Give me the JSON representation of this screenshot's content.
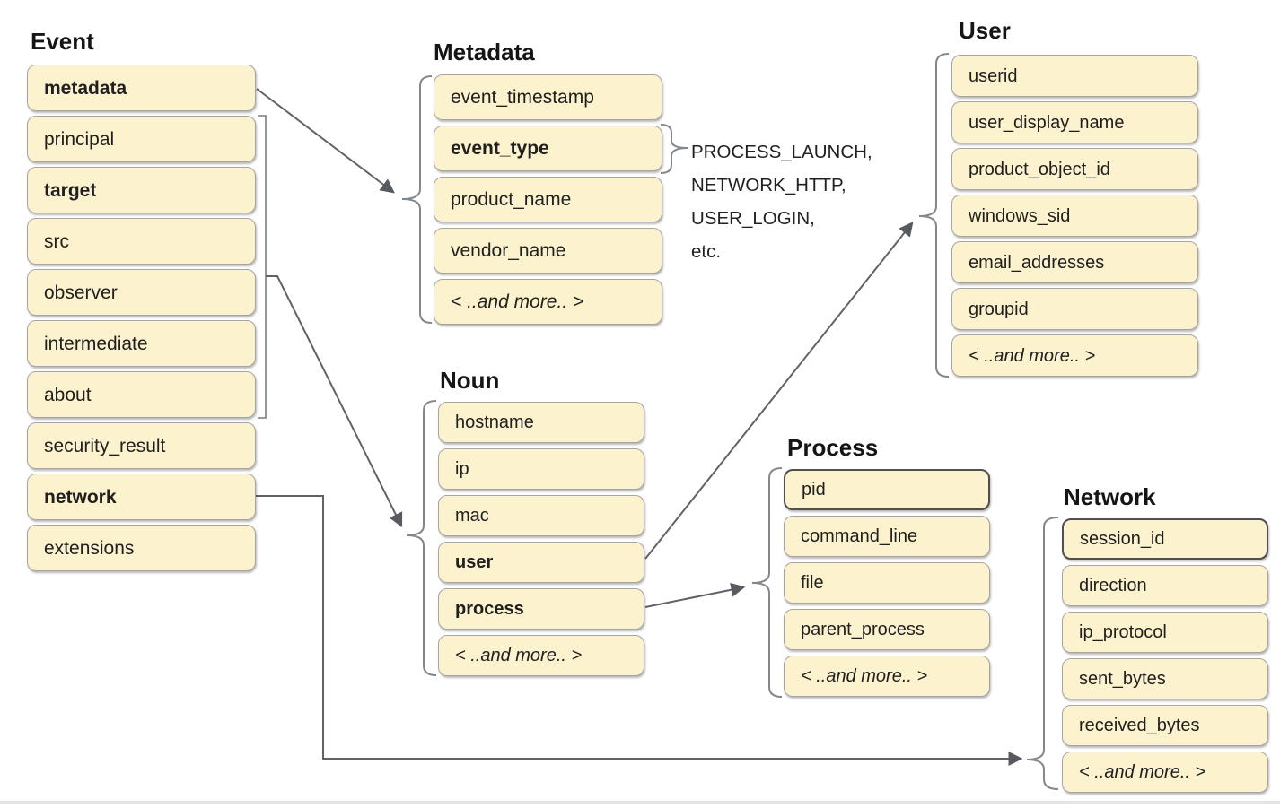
{
  "sections": {
    "event": {
      "title": "Event",
      "fields": [
        {
          "label": "metadata",
          "bold": true
        },
        {
          "label": "principal",
          "bold": false
        },
        {
          "label": "target",
          "bold": true
        },
        {
          "label": "src",
          "bold": false
        },
        {
          "label": "observer",
          "bold": false
        },
        {
          "label": "intermediate",
          "bold": false
        },
        {
          "label": "about",
          "bold": false
        },
        {
          "label": "security_result",
          "bold": false
        },
        {
          "label": "network",
          "bold": true
        },
        {
          "label": "extensions",
          "bold": false
        }
      ]
    },
    "metadata": {
      "title": "Metadata",
      "fields": [
        {
          "label": "event_timestamp",
          "bold": false
        },
        {
          "label": "event_type",
          "bold": true
        },
        {
          "label": "product_name",
          "bold": false
        },
        {
          "label": "vendor_name",
          "bold": false
        },
        {
          "label": "< ..and more.. >",
          "italic": true
        }
      ]
    },
    "noun": {
      "title": "Noun",
      "fields": [
        {
          "label": "hostname",
          "bold": false
        },
        {
          "label": "ip",
          "bold": false
        },
        {
          "label": "mac",
          "bold": false
        },
        {
          "label": "user",
          "bold": true
        },
        {
          "label": "process",
          "bold": true
        },
        {
          "label": "< ..and more.. >",
          "italic": true
        }
      ]
    },
    "process": {
      "title": "Process",
      "fields": [
        {
          "label": "pid",
          "dark_border": true
        },
        {
          "label": "command_line",
          "bold": false
        },
        {
          "label": "file",
          "bold": false
        },
        {
          "label": "parent_process",
          "bold": false
        },
        {
          "label": "< ..and more.. >",
          "italic": true
        }
      ]
    },
    "user": {
      "title": "User",
      "fields": [
        {
          "label": "userid",
          "bold": false
        },
        {
          "label": "user_display_name",
          "bold": false
        },
        {
          "label": "product_object_id",
          "bold": false
        },
        {
          "label": "windows_sid",
          "bold": false
        },
        {
          "label": "email_addresses",
          "bold": false
        },
        {
          "label": "groupid",
          "bold": false
        },
        {
          "label": "< ..and more.. >",
          "italic": true
        }
      ]
    },
    "network": {
      "title": "Network",
      "fields": [
        {
          "label": "session_id",
          "dark_border": true
        },
        {
          "label": "direction",
          "bold": false
        },
        {
          "label": "ip_protocol",
          "bold": false
        },
        {
          "label": "sent_bytes",
          "bold": false
        },
        {
          "label": "received_bytes",
          "bold": false
        },
        {
          "label": "< ..and more.. >",
          "italic": true
        }
      ]
    }
  },
  "annotations": {
    "event_type_values": [
      "PROCESS_LAUNCH,",
      "NETWORK_HTTP,",
      "USER_LOGIN,",
      "etc."
    ]
  },
  "colors": {
    "box_fill": "#fcf2cd",
    "box_border": "#a5a5a5",
    "box_border_dark": "#4f4f4f",
    "connector": "#5f6368",
    "brace": "#83878c",
    "text": "#1f1f1f"
  }
}
